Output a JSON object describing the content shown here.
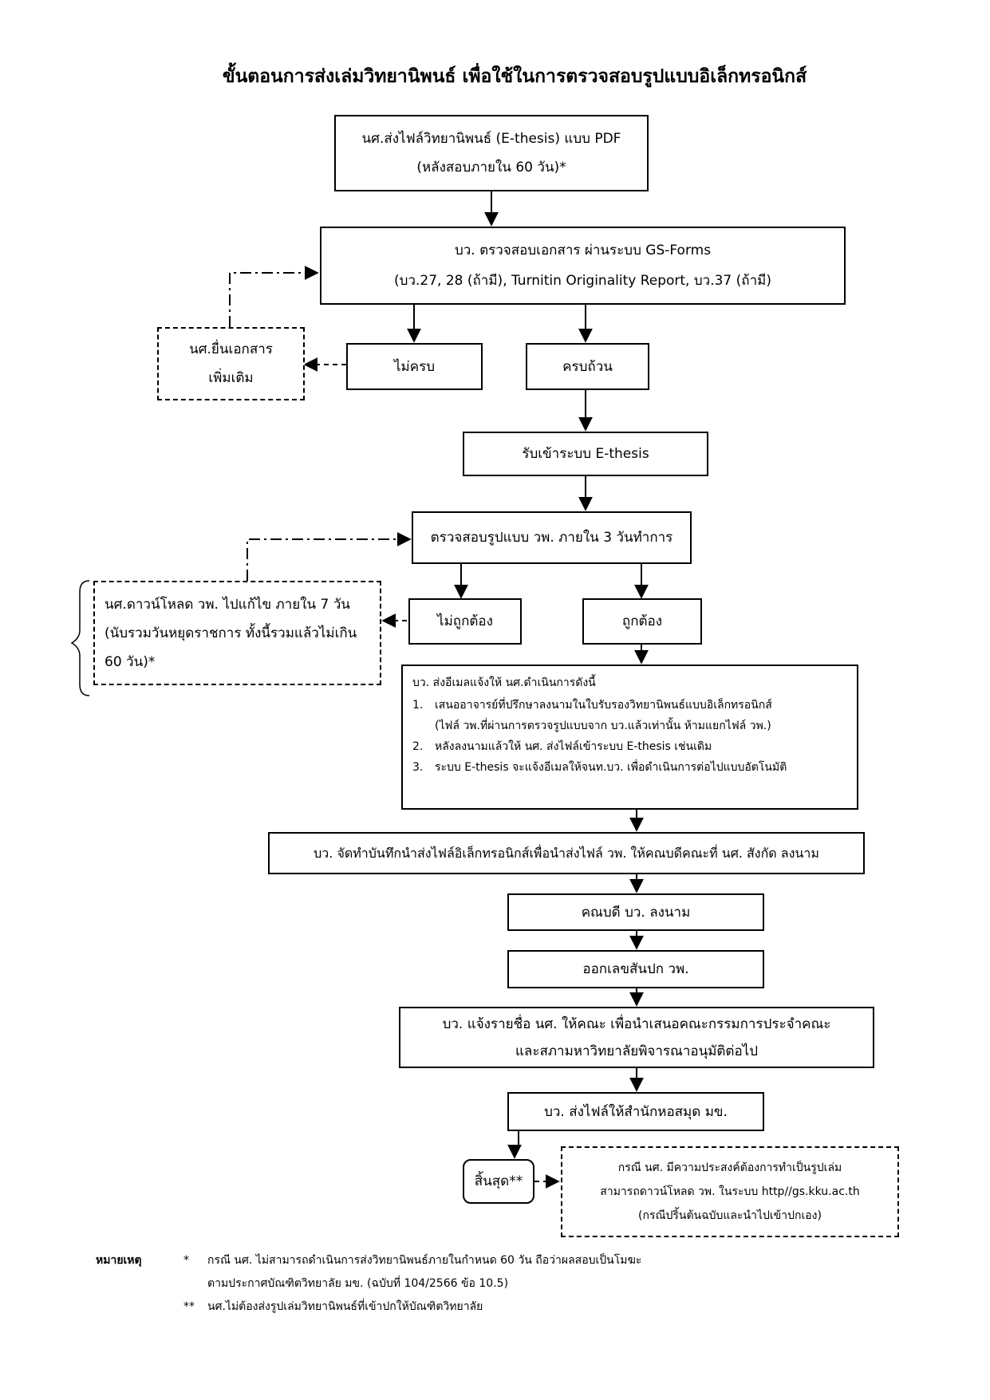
{
  "title": "ขั้นตอนการส่งเล่มวิทยานิพนธ์ เพื่อใช้ในการตรวจสอบรูปแบบอิเล็กทรอนิกส์",
  "nodes": {
    "submit": [
      "นศ.ส่งไฟล์วิทยานิพนธ์ (E-thesis) แบบ PDF",
      "(หลังสอบภายใน 60 วัน)*"
    ],
    "gs_check": [
      "บว. ตรวจสอบเอกสาร ผ่านระบบ GS-Forms",
      "(บว.27, 28 (ถ้ามี), Turnitin Originality Report, บว.37 (ถ้ามี)"
    ],
    "extra_docs": [
      "นศ.ยื่นเอกสาร",
      "เพิ่มเติม"
    ],
    "incomplete": "ไม่ครบ",
    "complete": "ครบถ้วน",
    "receive": "รับเข้าระบบ E-thesis",
    "format_check": "ตรวจสอบรูปแบบ วพ. ภายใน 3 วันทำการ",
    "fix": [
      "นศ.ดาวน์โหลด วพ. ไปแก้ไข ภายใน 7 วัน",
      "(นับรวมวันหยุดราชการ ทั้งนี้รวมแล้วไม่เกิน",
      "60 วัน)*"
    ],
    "incorrect": "ไม่ถูกต้อง",
    "correct": "ถูกต้อง",
    "email": {
      "head": "บว. ส่งอีเมลแจ้งให้ นศ.ดำเนินการดังนี้",
      "items": [
        {
          "num": "1.",
          "lines": [
            "เสนออาจารย์ที่ปรึกษาลงนามในใบรับรองวิทยานิพนธ์แบบอิเล็กทรอนิกส์",
            "(ไฟล์ วพ.ที่ผ่านการตรวจรูปแบบจาก บว.แล้วเท่านั้น ห้ามแยกไฟล์ วพ.)"
          ]
        },
        {
          "num": "2.",
          "lines": [
            "หลังลงนามแล้วให้ นศ. ส่งไฟล์เข้าระบบ E-thesis เช่นเดิม"
          ]
        },
        {
          "num": "3.",
          "lines": [
            "ระบบ E-thesis จะแจ้งอีเมลให้จนท.บว. เพื่อดำเนินการต่อไปแบบอัตโนมัติ"
          ]
        }
      ]
    },
    "memo": "บว. จัดทำบันทึกนำส่งไฟล์อิเล็กทรอนิกส์เพื่อนำส่งไฟล์ วพ. ให้คณบดีคณะที่ นศ. สังกัด ลงนาม",
    "dean_sign": "คณบดี บว. ลงนาม",
    "call_number": "ออกเลขสันปก วพ.",
    "notify": [
      "บว. แจ้งรายชื่อ นศ. ให้คณะ เพื่อนำเสนอคณะกรรมการประจำคณะ",
      "และสภามหาวิทยาลัยพิจารณาอนุมัติต่อไป"
    ],
    "library": "บว. ส่งไฟล์ให้สำนักหอสมุด มข.",
    "end": "สิ้นสุด**",
    "print_note": [
      "กรณี นศ. มีความประสงค์ต้องการทำเป็นรูปเล่ม",
      "สามารถดาวน์โหลด วพ. ในระบบ http//gs.kku.ac.th",
      "(กรณีปริ้นต้นฉบับและนำไปเข้าปกเอง)"
    ]
  },
  "notes": {
    "label": "หมายเหตุ",
    "items": [
      {
        "mark": "*",
        "lines": [
          "กรณี นศ. ไม่สามารถดำเนินการส่งวิทยานิพนธ์ภายในกำหนด 60 วัน ถือว่าผลสอบเป็นโมฆะ",
          "ตามประกาศบัณฑิตวิทยาลัย มข. (ฉบับที่ 104/2566 ข้อ 10.5)"
        ]
      },
      {
        "mark": "**",
        "lines": [
          "นศ.ไม่ต้องส่งรูปเล่มวิทยานิพนธ์ที่เข้าปกให้บัณฑิตวิทยาลัย"
        ]
      }
    ]
  }
}
